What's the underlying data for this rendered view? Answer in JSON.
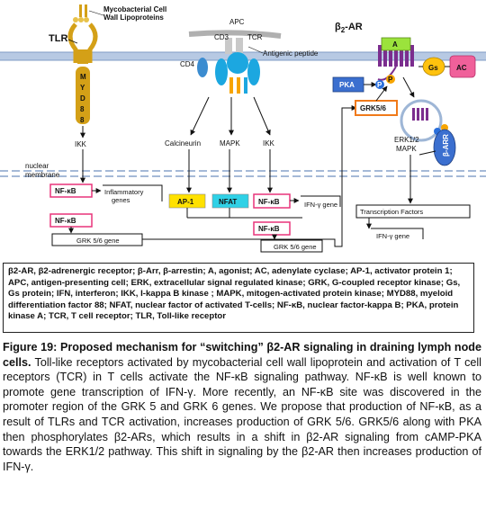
{
  "diagram": {
    "mycobacterial_label_line1": "Mycobacterial Cell",
    "mycobacterial_label_line2": "Wall Lipoproteins",
    "tlr": "TLR",
    "myd88": [
      "M",
      "Y",
      "D",
      "8",
      "8"
    ],
    "ikk_left": "IKK",
    "nuclear_membrane_line1": "nuclear",
    "nuclear_membrane_line2": "membrane",
    "nfkb": "NF-κB",
    "inflammatory_line1": "Inflammatory",
    "inflammatory_line2": "genes",
    "grk56_gene": "GRK 5/6 gene",
    "apc": "APC",
    "cd3": "CD3",
    "tcr": "TCR",
    "cd4": "CD4",
    "antigenic_peptide": "Antigenic peptide",
    "calcineurin": "Calcineurin",
    "mapk": "MAPK",
    "ikk_mid": "IKK",
    "ap1": "AP-1",
    "nfat": "NFAT",
    "ifng_gene": "IFN-γ gene",
    "b2ar": "β",
    "b2ar_sub": "2",
    "b2ar_tail": "-AR",
    "agonist_a": "A",
    "gs": "Gs",
    "ac": "AC",
    "pka": "PKA",
    "grk56": "GRK5/6",
    "p": "P",
    "b_arr": "β-ARR",
    "erk_line1": "ERK1/2",
    "erk_line2": "MAPK",
    "transcription_factors": "Transcription Factors",
    "ifng_gene_right": "IFN-γ gene"
  },
  "legend": {
    "text": "β2-AR, β2-adrenergic receptor; β-Arr, β-arrestin; A, agonist; AC, adenylate cyclase; AP-1, activator protein 1; APC, antigen-presenting cell; ERK, extracellular signal regulated kinase; GRK, G-coupled receptor kinase; Gs, Gs protein; IFN, interferon; IKK, I-kappa B kinase ; MAPK, mitogen-activated protein kinase; MYD88, myeloid differentiation factor 88; NFAT, nuclear factor of activated T-cells; NF-κB, nuclear factor-kappa B; PKA, protein kinase A; TCR, T cell receptor; TLR, Toll-like receptor"
  },
  "caption": {
    "title": "Figure 19: Proposed mechanism for “switching” β2-AR signaling in draining lymph node cells.",
    "body": "Toll-like receptors activated by mycobacterial cell wall lipoprotein and activation of T cell receptors (TCR) in T cells activate the NF-κB signaling pathway. NF-κB is well known to promote gene transcription of IFN-γ. More recently, an NF-κB site was discovered in the promoter region of the GRK 5 and GRK 6 genes. We propose that production of NF-κB, as a result of TLRs and TCR activation, increases production of GRK 5/6. GRK5/6 along with PKA then phosphorylates β2-ARs, which results in a shift in β2-AR signaling from cAMP-PKA towards the ERK1/2 pathway. This shift in signaling by the β2-AR then increases production of IFN-γ."
  },
  "colors": {
    "membrane": "#9eb6d6",
    "nfkb_border": "#e8347a",
    "ap1_fill": "#ffe100",
    "nfat_fill": "#2fd1e6",
    "gs_fill": "#ffc20e",
    "ac_fill": "#f0609a",
    "pka_fill": "#3b6fcf",
    "grk_border": "#f07a1a",
    "tlr_gold": "#d4a017",
    "b2ar_purple": "#7b2d8e",
    "agonist_green": "#9be33c"
  }
}
